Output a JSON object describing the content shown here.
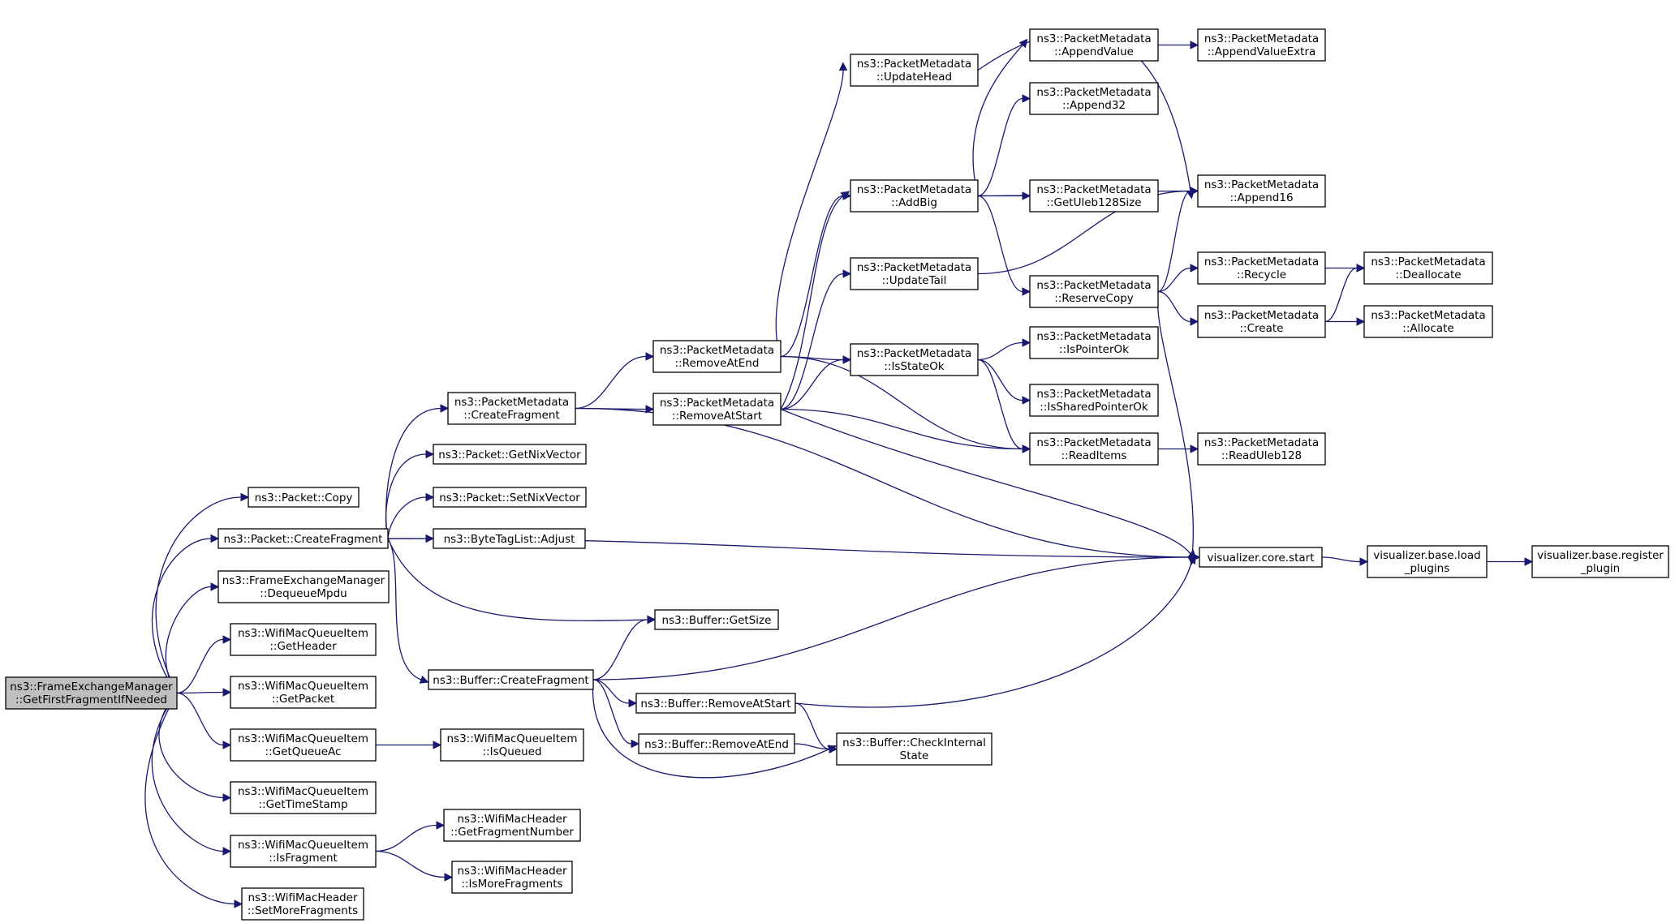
{
  "nodes": [
    {
      "id": "root",
      "lines": [
        "ns3::FrameExchangeManager",
        "::GetFirstFragmentIfNeeded"
      ],
      "root": true
    },
    {
      "id": "pcopy",
      "lines": [
        "ns3::Packet::Copy"
      ]
    },
    {
      "id": "pcf",
      "lines": [
        "ns3::Packet::CreateFragment"
      ]
    },
    {
      "id": "fdeq",
      "lines": [
        "ns3::FrameExchangeManager",
        "::DequeueMpdu"
      ]
    },
    {
      "id": "wgh",
      "lines": [
        "ns3::WifiMacQueueItem",
        "::GetHeader"
      ]
    },
    {
      "id": "wgp",
      "lines": [
        "ns3::WifiMacQueueItem",
        "::GetPacket"
      ]
    },
    {
      "id": "wgq",
      "lines": [
        "ns3::WifiMacQueueItem",
        "::GetQueueAc"
      ]
    },
    {
      "id": "wgt",
      "lines": [
        "ns3::WifiMacQueueItem",
        "::GetTimeStamp"
      ]
    },
    {
      "id": "wif",
      "lines": [
        "ns3::WifiMacQueueItem",
        "::IsFragment"
      ]
    },
    {
      "id": "hsmf",
      "lines": [
        "ns3::WifiMacHeader",
        "::SetMoreFragments"
      ]
    },
    {
      "id": "pmcf",
      "lines": [
        "ns3::PacketMetadata",
        "::CreateFragment"
      ]
    },
    {
      "id": "pgnv",
      "lines": [
        "ns3::Packet::GetNixVector"
      ]
    },
    {
      "id": "psnv",
      "lines": [
        "ns3::Packet::SetNixVector"
      ]
    },
    {
      "id": "btla",
      "lines": [
        "ns3::ByteTagList::Adjust"
      ]
    },
    {
      "id": "bcf",
      "lines": [
        "ns3::Buffer::CreateFragment"
      ]
    },
    {
      "id": "wisq",
      "lines": [
        "ns3::WifiMacQueueItem",
        "::IsQueued"
      ]
    },
    {
      "id": "hgfn",
      "lines": [
        "ns3::WifiMacHeader",
        "::GetFragmentNumber"
      ]
    },
    {
      "id": "himf",
      "lines": [
        "ns3::WifiMacHeader",
        "::IsMoreFragments"
      ]
    },
    {
      "id": "pmrae",
      "lines": [
        "ns3::PacketMetadata",
        "::RemoveAtEnd"
      ]
    },
    {
      "id": "pmras",
      "lines": [
        "ns3::PacketMetadata",
        "::RemoveAtStart"
      ]
    },
    {
      "id": "bgs",
      "lines": [
        "ns3::Buffer::GetSize"
      ]
    },
    {
      "id": "bras",
      "lines": [
        "ns3::Buffer::RemoveAtStart"
      ]
    },
    {
      "id": "brae",
      "lines": [
        "ns3::Buffer::RemoveAtEnd"
      ]
    },
    {
      "id": "pmuh",
      "lines": [
        "ns3::PacketMetadata",
        "::UpdateHead"
      ]
    },
    {
      "id": "pmab",
      "lines": [
        "ns3::PacketMetadata",
        "::AddBig"
      ]
    },
    {
      "id": "pmut",
      "lines": [
        "ns3::PacketMetadata",
        "::UpdateTail"
      ]
    },
    {
      "id": "pmiso",
      "lines": [
        "ns3::PacketMetadata",
        "::IsStateOk"
      ]
    },
    {
      "id": "bci",
      "lines": [
        "ns3::Buffer::CheckInternal",
        "State"
      ]
    },
    {
      "id": "pmav",
      "lines": [
        "ns3::PacketMetadata",
        "::AppendValue"
      ]
    },
    {
      "id": "pma32",
      "lines": [
        "ns3::PacketMetadata",
        "::Append32"
      ]
    },
    {
      "id": "pmgu",
      "lines": [
        "ns3::PacketMetadata",
        "::GetUleb128Size"
      ]
    },
    {
      "id": "pmrc",
      "lines": [
        "ns3::PacketMetadata",
        "::ReserveCopy"
      ]
    },
    {
      "id": "pmipo",
      "lines": [
        "ns3::PacketMetadata",
        "::IsPointerOk"
      ]
    },
    {
      "id": "pmispo",
      "lines": [
        "ns3::PacketMetadata",
        "::IsSharedPointerOk"
      ]
    },
    {
      "id": "pmri",
      "lines": [
        "ns3::PacketMetadata",
        "::ReadItems"
      ]
    },
    {
      "id": "vcs",
      "lines": [
        "visualizer.core.start"
      ]
    },
    {
      "id": "pmave",
      "lines": [
        "ns3::PacketMetadata",
        "::AppendValueExtra"
      ]
    },
    {
      "id": "pma16",
      "lines": [
        "ns3::PacketMetadata",
        "::Append16"
      ]
    },
    {
      "id": "pmrec",
      "lines": [
        "ns3::PacketMetadata",
        "::Recycle"
      ]
    },
    {
      "id": "pmcr",
      "lines": [
        "ns3::PacketMetadata",
        "::Create"
      ]
    },
    {
      "id": "pmru",
      "lines": [
        "ns3::PacketMetadata",
        "::ReadUleb128"
      ]
    },
    {
      "id": "vbl",
      "lines": [
        "visualizer.base.load",
        "_plugins"
      ]
    },
    {
      "id": "pmdea",
      "lines": [
        "ns3::PacketMetadata",
        "::Deallocate"
      ]
    },
    {
      "id": "pmall",
      "lines": [
        "ns3::PacketMetadata",
        "::Allocate"
      ]
    },
    {
      "id": "vbr",
      "lines": [
        "visualizer.base.register",
        "_plugin"
      ]
    }
  ],
  "edges": [
    [
      "root",
      "pcopy"
    ],
    [
      "root",
      "pcf"
    ],
    [
      "root",
      "fdeq"
    ],
    [
      "root",
      "wgh"
    ],
    [
      "root",
      "wgp"
    ],
    [
      "root",
      "wgq"
    ],
    [
      "root",
      "wgt"
    ],
    [
      "root",
      "wif"
    ],
    [
      "root",
      "hsmf"
    ],
    [
      "pcf",
      "pmcf"
    ],
    [
      "pcf",
      "pgnv"
    ],
    [
      "pcf",
      "psnv"
    ],
    [
      "pcf",
      "btla"
    ],
    [
      "pcf",
      "vcs"
    ],
    [
      "pcf",
      "bgs"
    ],
    [
      "pcf",
      "bcf"
    ],
    [
      "wgq",
      "wisq"
    ],
    [
      "wif",
      "hgfn"
    ],
    [
      "wif",
      "himf"
    ],
    [
      "pmcf",
      "pmrae"
    ],
    [
      "pmcf",
      "pmras"
    ],
    [
      "pmcf",
      "vcs"
    ],
    [
      "bcf",
      "bgs"
    ],
    [
      "bcf",
      "vcs"
    ],
    [
      "bcf",
      "bras"
    ],
    [
      "bcf",
      "brae"
    ],
    [
      "bcf",
      "bci"
    ],
    [
      "bras",
      "bci"
    ],
    [
      "bras",
      "vcs"
    ],
    [
      "brae",
      "bci"
    ],
    [
      "pmrae",
      "pmuh"
    ],
    [
      "pmrae",
      "pmab"
    ],
    [
      "pmrae",
      "pmiso"
    ],
    [
      "pmrae",
      "pmri"
    ],
    [
      "pmras",
      "pmab"
    ],
    [
      "pmras",
      "pmut"
    ],
    [
      "pmras",
      "pmiso"
    ],
    [
      "pmras",
      "pmri"
    ],
    [
      "pmras",
      "vcs"
    ],
    [
      "pmuh",
      "pma16"
    ],
    [
      "pmut",
      "pma16"
    ],
    [
      "pmab",
      "pmav"
    ],
    [
      "pmab",
      "pma32"
    ],
    [
      "pmab",
      "pma16"
    ],
    [
      "pmab",
      "pmgu"
    ],
    [
      "pmab",
      "pmrc"
    ],
    [
      "pmiso",
      "pmipo"
    ],
    [
      "pmiso",
      "pmispo"
    ],
    [
      "pmiso",
      "pmri"
    ],
    [
      "pmav",
      "pmave"
    ],
    [
      "pmrc",
      "pma16"
    ],
    [
      "pmrc",
      "pmrec"
    ],
    [
      "pmrc",
      "pmcr"
    ],
    [
      "pmrc",
      "vcs"
    ],
    [
      "pmri",
      "pmru"
    ],
    [
      "pmrec",
      "pmdea"
    ],
    [
      "pmcr",
      "pmdea"
    ],
    [
      "pmcr",
      "pmall"
    ],
    [
      "vcs",
      "vbl"
    ],
    [
      "vbl",
      "vbr"
    ]
  ]
}
